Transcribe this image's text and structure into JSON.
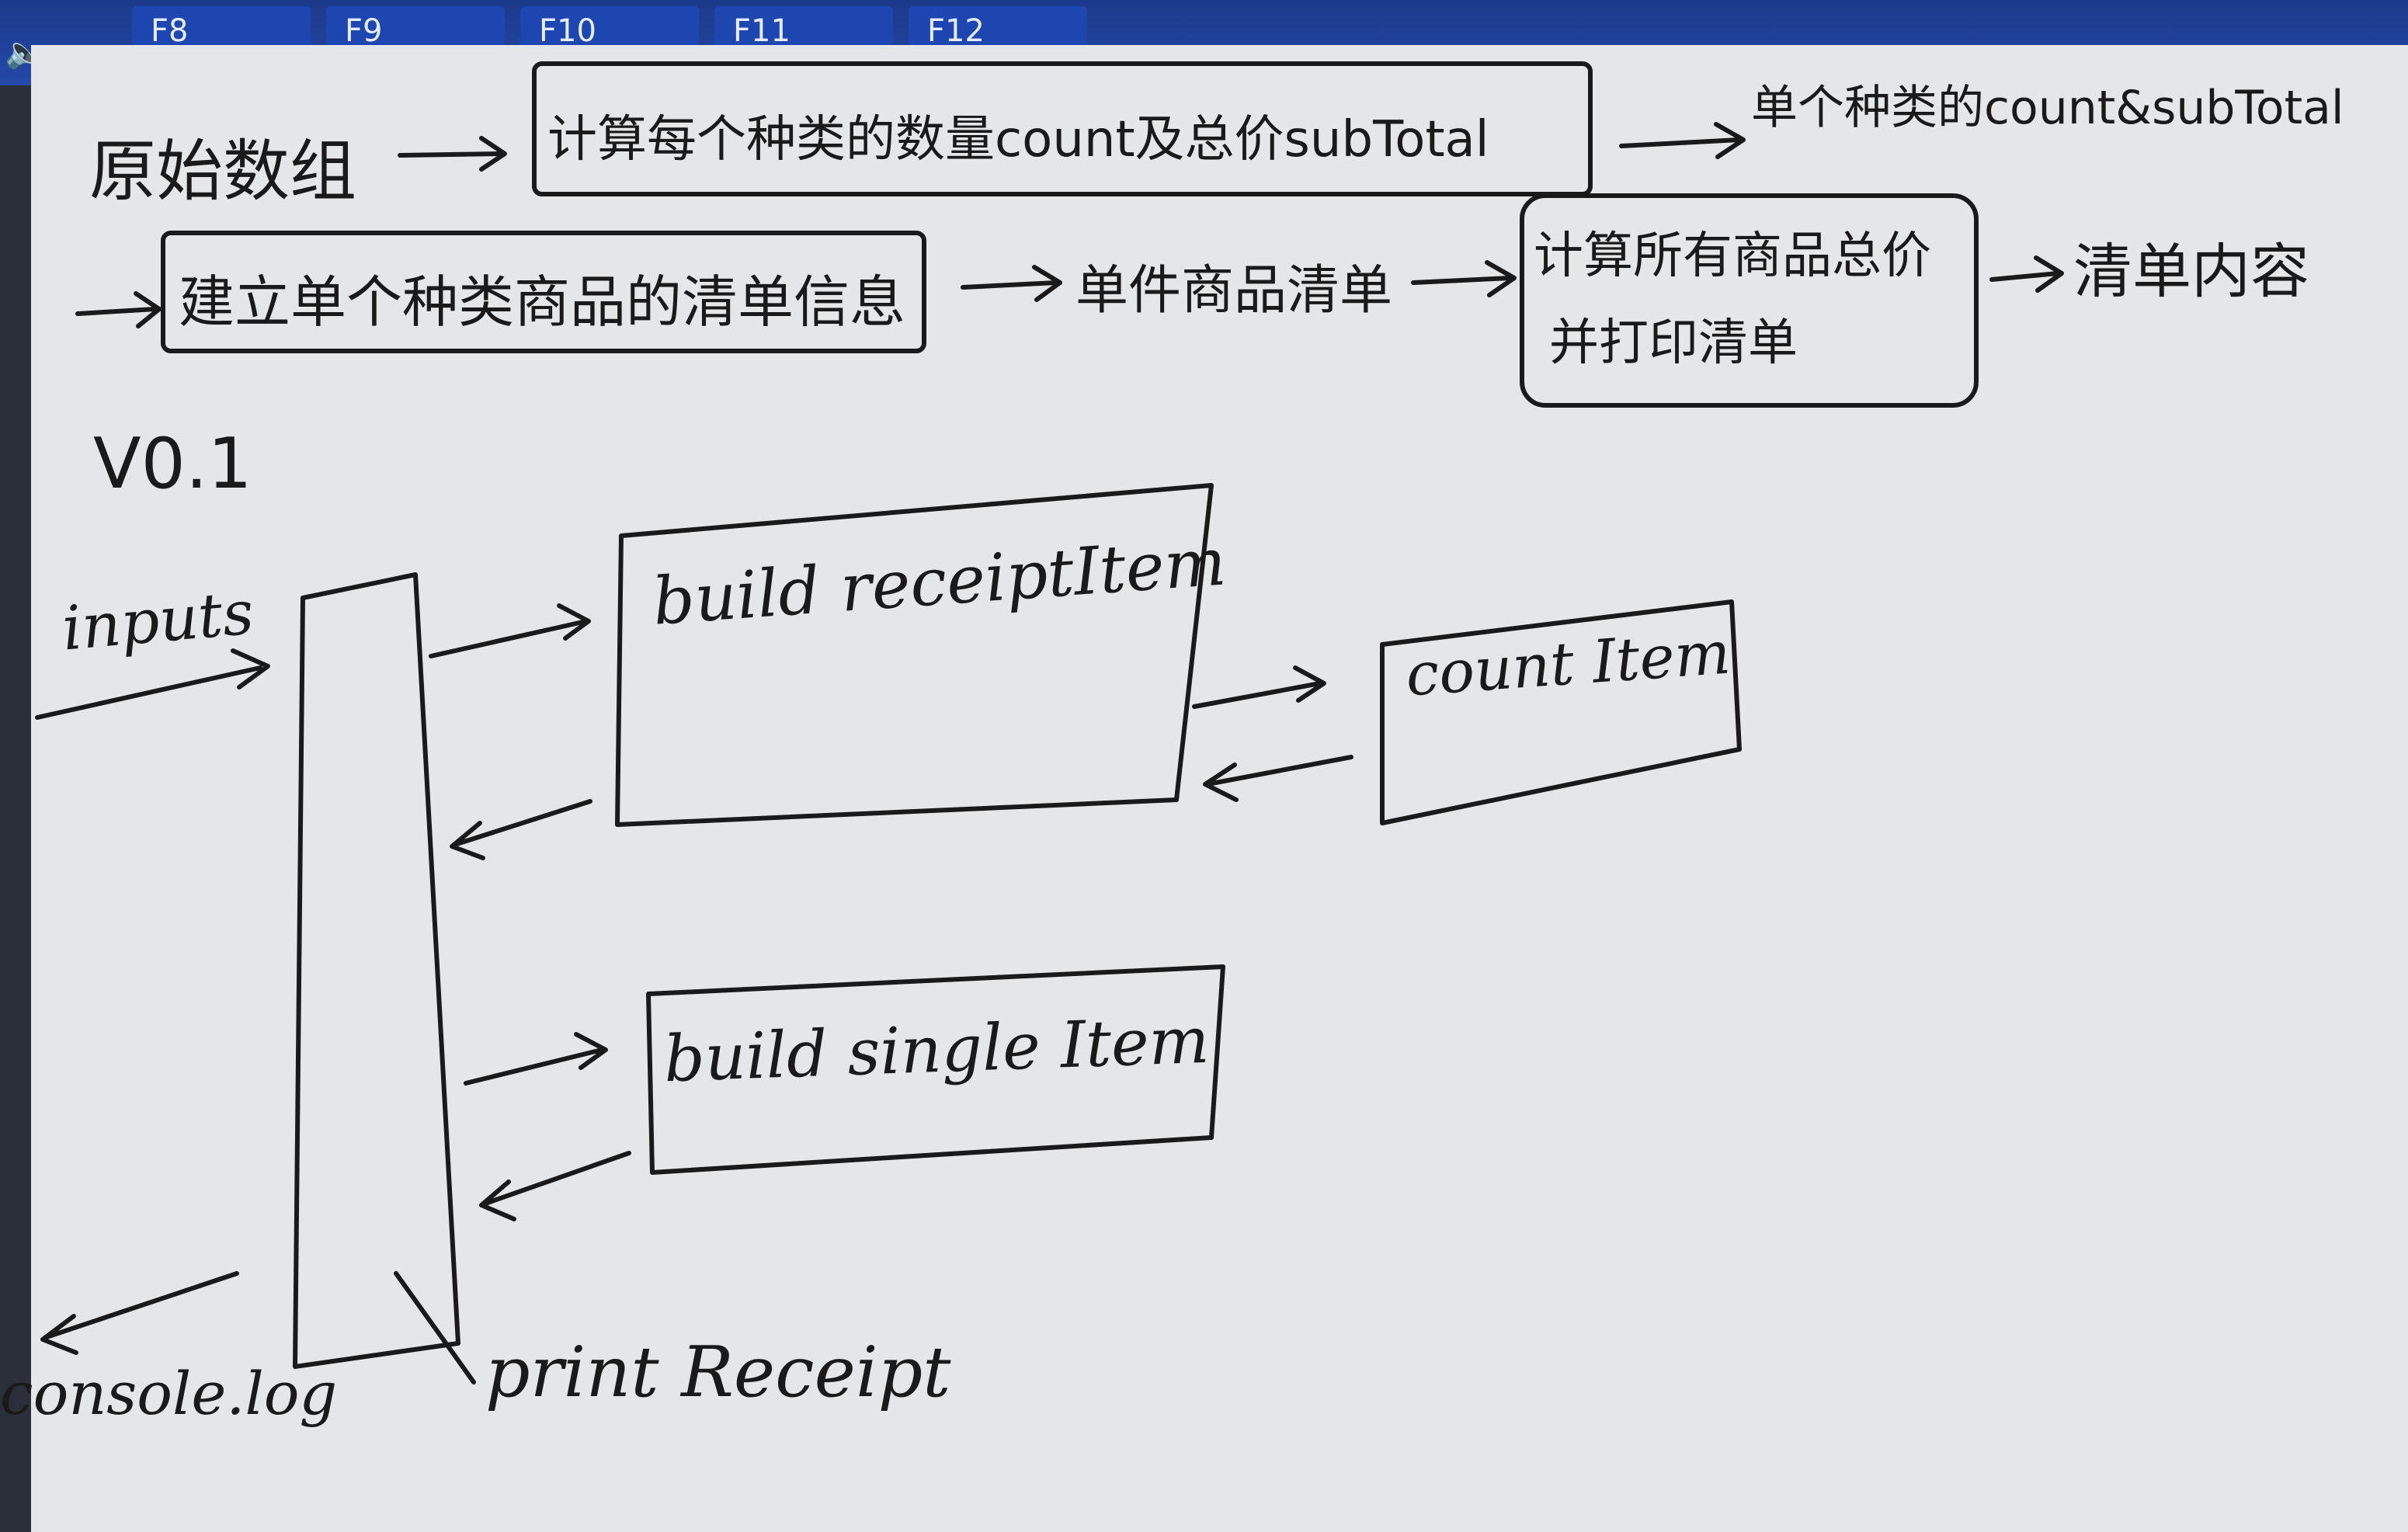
{
  "keyboard": {
    "keys": [
      "F8",
      "F9",
      "F10",
      "F11",
      "F12"
    ],
    "volume_icon": "speaker-icon"
  },
  "flow": {
    "raw_array": "原始数组",
    "step_count": "计算每个种类的数量count及总价subTotal",
    "result_count": "单个种类的count&subTotal",
    "step_build": "建立单个种类商品的清单信息",
    "single_list": "单件商品清单",
    "step_total_line1": "计算所有商品总价",
    "step_total_line2": "并打印清单",
    "receipt_content": "清单内容"
  },
  "version": "V0.1",
  "diagram": {
    "inputs": "inputs",
    "build_receipt_item": "build receiptItem",
    "count_item": "count Item",
    "build_single_item": "build single Item",
    "print_receipt": "print Receipt",
    "console_log": "console.log"
  }
}
